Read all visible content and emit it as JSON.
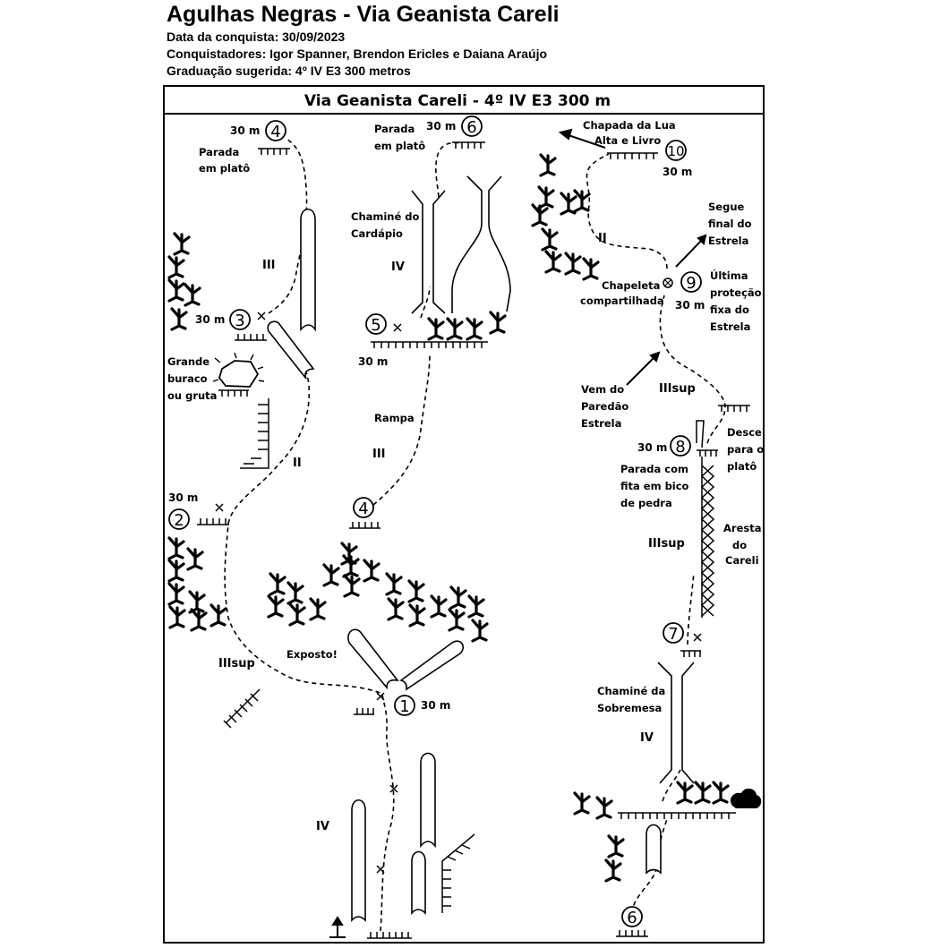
{
  "header": {
    "title": "Agulhas Negras - Via Geanista Careli",
    "date_line": "Data da conquista: 30/09/2023",
    "climbers_line": "Conquistadores: Igor Spanner, Brendon Ericles e Daiana Araújo",
    "grade_line": "Graduação sugerida: 4º IV E3 300 metros"
  },
  "topo": {
    "box_title": "Via Geanista Careli - 4º IV E3 300 m",
    "stations": {
      "s1": "1",
      "s2": "2",
      "s3": "3",
      "s4a": "4",
      "s4b": "4",
      "s5": "5",
      "s6a": "6",
      "s6b": "6",
      "s7": "7",
      "s8": "8",
      "s9": "9",
      "s10": "10"
    },
    "lengths": {
      "l1": "30 m",
      "l2": "30 m",
      "l3": "30 m",
      "l4": "30 m",
      "l5": "30 m",
      "l6": "30 m",
      "l8": "30 m",
      "l9": "30 m",
      "l10": "30 m"
    },
    "grades": {
      "g_iv_start": "IV",
      "g_iiisup_left": "IIIsup",
      "g_ii_left": "II",
      "g_iii_left": "III",
      "g_iv_chimney": "IV",
      "g_iii_ramp": "III",
      "g_iv_sobremesa": "IV",
      "g_iiisup_aresta": "IIIsup",
      "g_iiisup_right": "IIIsup",
      "g_ii_right": "II"
    },
    "labels": {
      "exposto": "Exposto!",
      "parada_plato_1": "Parada",
      "parada_plato_2": "em platô",
      "grande_1": "Grande",
      "grande_2": "buraco",
      "grande_3": "ou gruta",
      "parada_plato_b1": "Parada",
      "parada_plato_b2": "em platô",
      "chamine_cardapio_1": "Chaminé do",
      "chamine_cardapio_2": "Cardápio",
      "rampa": "Rampa",
      "chamine_sobremesa_1": "Chaminé da",
      "chamine_sobremesa_2": "Sobremesa",
      "aresta_1": "Aresta",
      "aresta_2": "do",
      "aresta_3": "Careli",
      "parada_fita_1": "Parada com",
      "parada_fita_2": "fita em bico",
      "parada_fita_3": "de pedra",
      "desce_1": "Desce",
      "desce_2": "para o",
      "desce_3": "platô",
      "vem_1": "Vem do",
      "vem_2": "Paredão",
      "vem_3": "Estrela",
      "chapeleta_1": "Chapeleta",
      "chapeleta_2": "compartilhada",
      "ultima_1": "Última",
      "ultima_2": "proteção",
      "ultima_3": "fixa do",
      "ultima_4": "Estrela",
      "segue_1": "Segue",
      "segue_2": "final do",
      "segue_3": "Estrela",
      "chapada_1": "Chapada da Lua",
      "chapada_2": "Alta e Livro"
    }
  },
  "icons": [
    "tree-icon",
    "bush-icon",
    "anchor-icon",
    "bolt-icon",
    "chapeleta-icon",
    "arrow-icon",
    "crack-icon",
    "slab-icon",
    "cave-icon"
  ]
}
